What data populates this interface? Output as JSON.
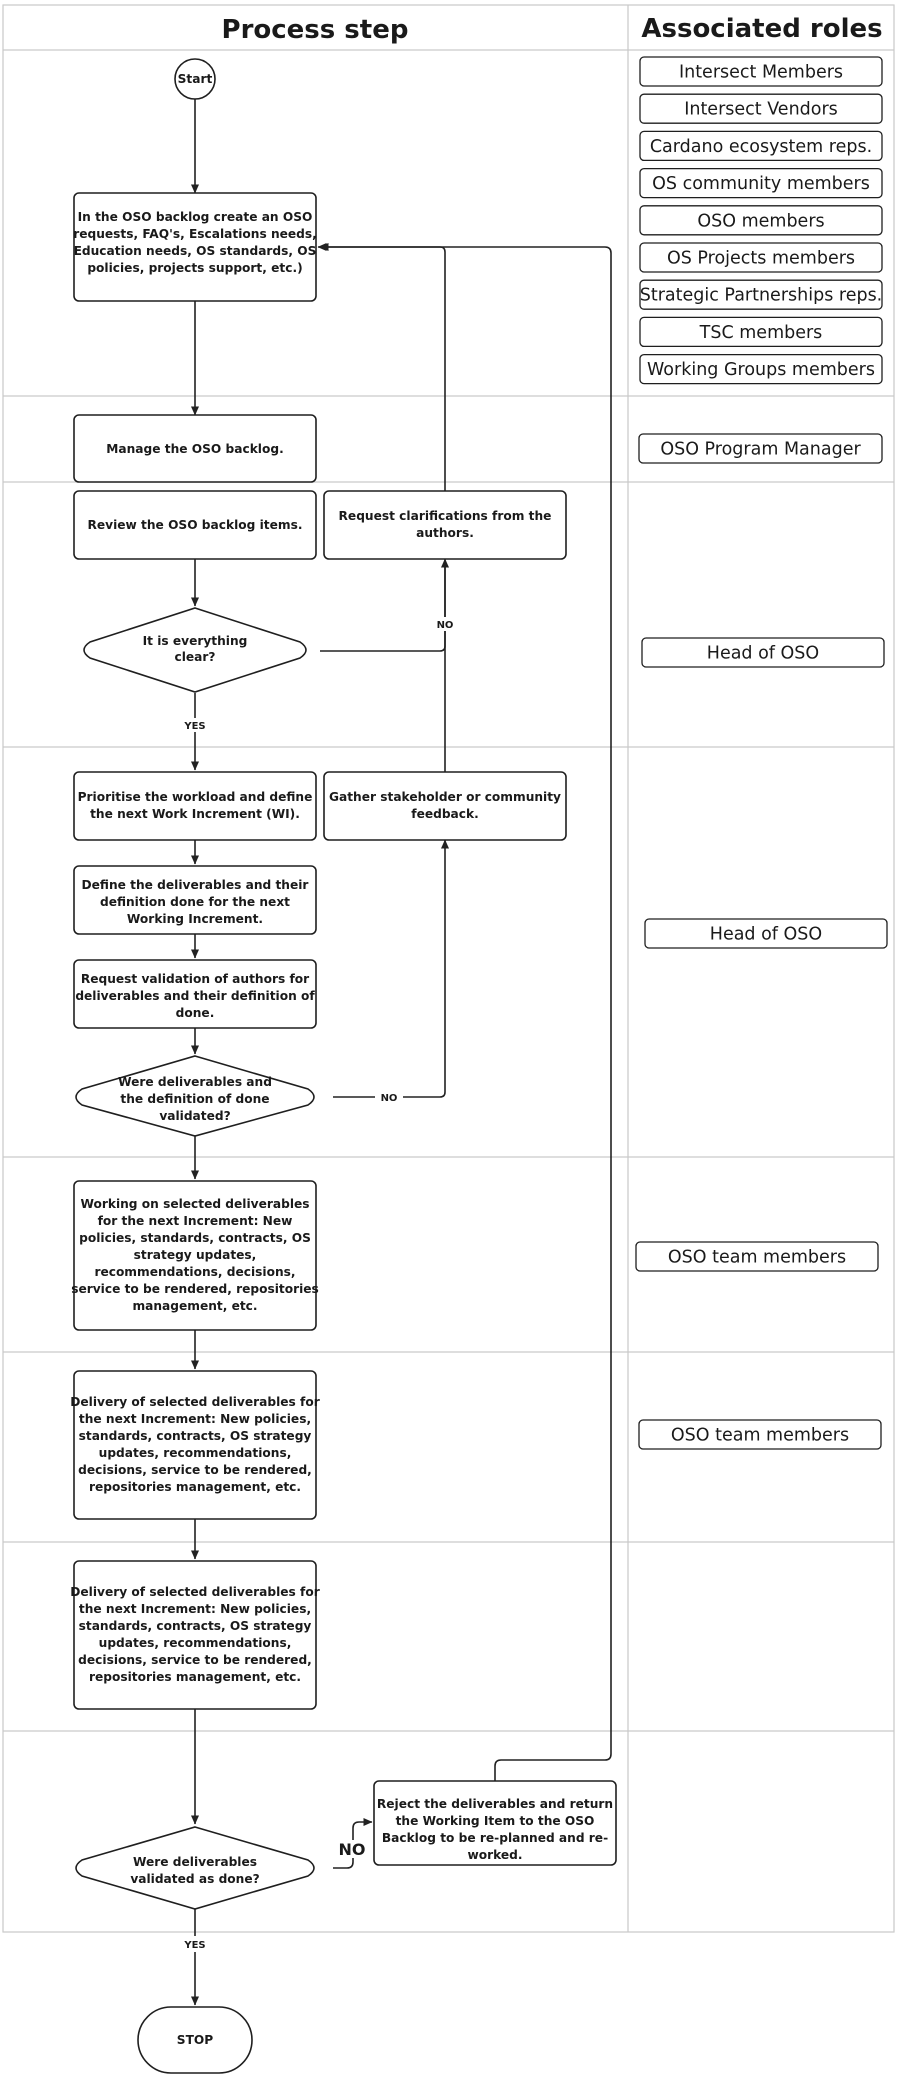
{
  "headers": {
    "process": "Process step",
    "roles": "Associated roles"
  },
  "steps": {
    "start": "Start",
    "create_request": [
      "In the OSO backlog create an OSO",
      "requests, FAQ's, Escalations needs,",
      "Education needs, OS standards, OS",
      "policies, projects support, etc.)"
    ],
    "manage_backlog": [
      "Manage the OSO backlog."
    ],
    "review_items": [
      "Review the OSO backlog items."
    ],
    "request_clarifications": [
      "Request clarifications from the",
      "authors."
    ],
    "decision_clear": [
      "It is everything",
      "clear?"
    ],
    "prioritise": [
      "Prioritise the workload and define",
      "the next Work Increment (WI)."
    ],
    "gather_feedback": [
      "Gather stakeholder or community",
      "feedback."
    ],
    "define_deliverables": [
      "Define the deliverables and their",
      "definition done for the next",
      "Working Increment."
    ],
    "request_validation": [
      "Request validation of authors for",
      "deliverables and their definition of",
      "done."
    ],
    "decision_validated": [
      "Were deliverables and",
      "the definition of done",
      "validated?"
    ],
    "working_on": [
      "Working on selected deliverables",
      "for the next Increment: New",
      "policies, standards, contracts, OS",
      "strategy updates,",
      "recommendations, decisions,",
      "service to be rendered, repositories",
      "management, etc."
    ],
    "delivery_1": [
      "Delivery of selected deliverables for",
      "the next Increment: New policies,",
      "standards, contracts, OS strategy",
      "updates, recommendations,",
      "decisions, service to be rendered,",
      "repositories management, etc."
    ],
    "delivery_2": [
      "Delivery of selected deliverables for",
      "the next Increment: New policies,",
      "standards, contracts, OS strategy",
      "updates, recommendations,",
      "decisions, service to be rendered,",
      "repositories management, etc."
    ],
    "reject": [
      "Reject the deliverables and return",
      "the Working Item to the OSO",
      "Backlog to be re-planned and re-",
      "worked."
    ],
    "decision_done": [
      "Were deliverables",
      "validated as done?"
    ],
    "stop": "STOP"
  },
  "edge_labels": {
    "no_clear": "NO",
    "yes_clear": "YES",
    "no_validated": "NO",
    "no_done": "NO",
    "yes_done": "YES"
  },
  "roles": {
    "lane1": [
      "Intersect Members",
      "Intersect Vendors",
      "Cardano ecosystem reps.",
      "OS community members",
      "OSO members",
      "OS Projects members",
      "Strategic Partnerships reps.",
      "TSC members",
      "Working Groups members"
    ],
    "lane2": [
      "OSO Program Manager"
    ],
    "lane3": [
      "Head of OSO"
    ],
    "lane4": [
      "Head of OSO"
    ],
    "lane5": [
      "OSO team members"
    ],
    "lane6": [
      "OSO team members"
    ]
  }
}
